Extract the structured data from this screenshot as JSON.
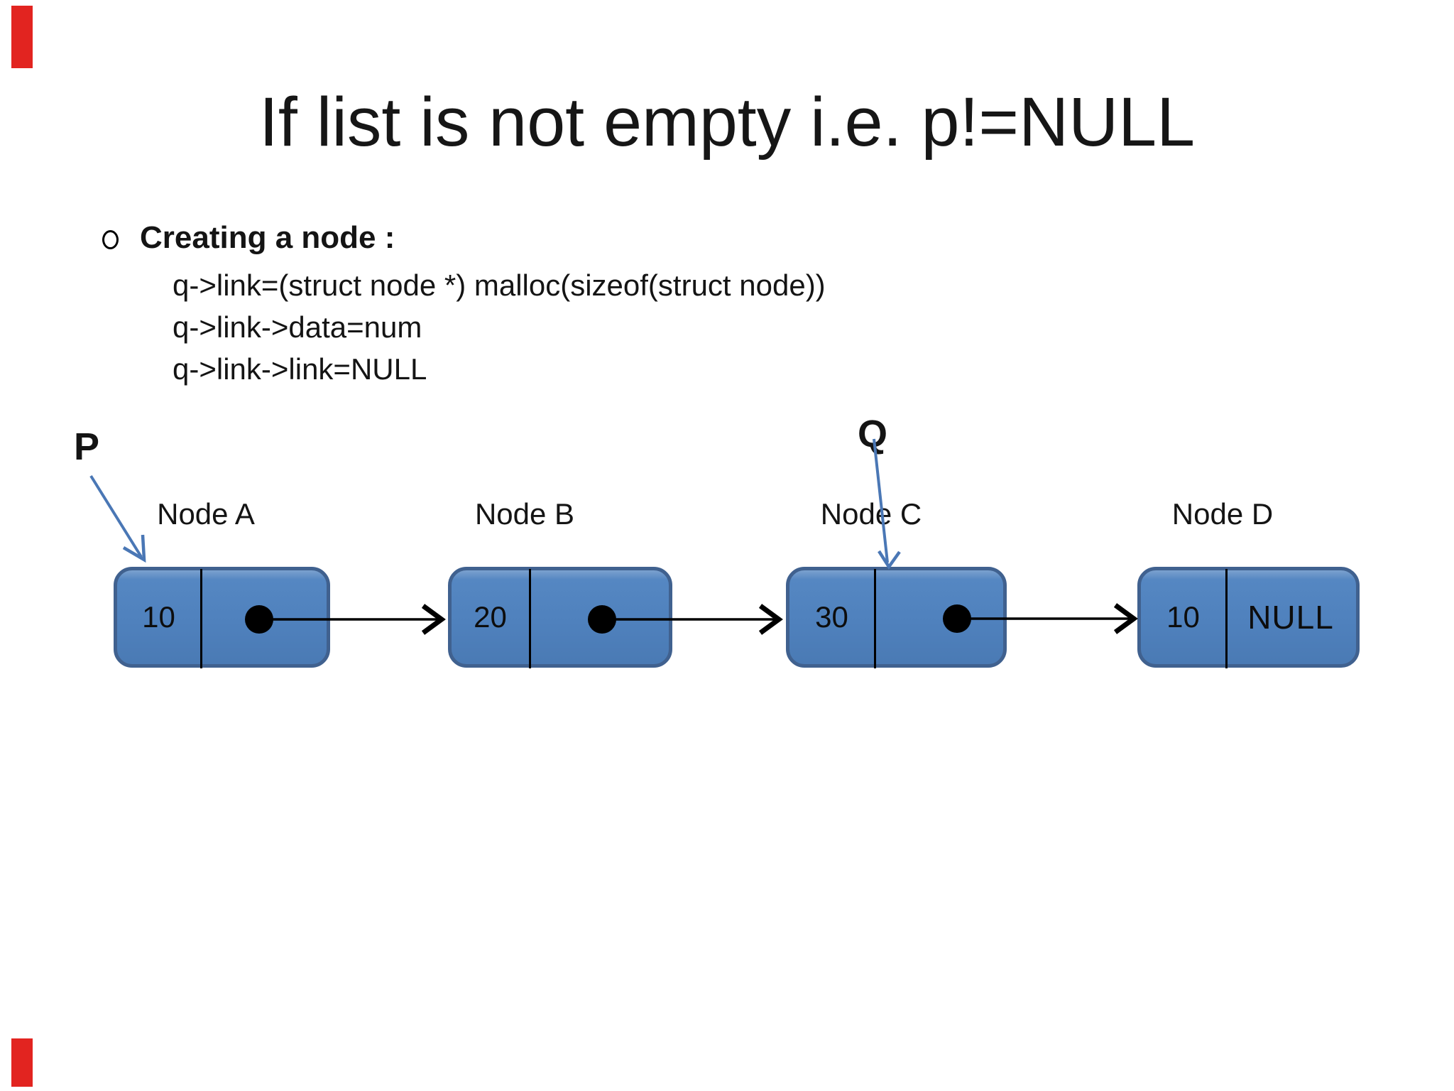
{
  "slide": {
    "title": "If list is not empty i.e. p!=NULL",
    "bullet": {
      "label": "Creating a node :",
      "code_lines": [
        "q->link=(struct node *) malloc(sizeof(struct node))",
        "q->link->data=num",
        "q->link->link=NULL"
      ]
    }
  },
  "diagram": {
    "pointers": [
      {
        "name": "P",
        "points_to": "Node A"
      },
      {
        "name": "Q",
        "points_to": "Node C"
      }
    ],
    "nodes": [
      {
        "label": "Node A",
        "value": "10",
        "link": "dot"
      },
      {
        "label": "Node B",
        "value": "20",
        "link": "dot"
      },
      {
        "label": "Node C",
        "value": "30",
        "link": "dot"
      },
      {
        "label": "Node D",
        "value": "10",
        "link": "NULL"
      }
    ]
  },
  "colors": {
    "node_fill": "#4f81bd",
    "node_border": "#40618f",
    "pointer_arrow_blue": "#4a77b5",
    "link_arrow_black": "#000000",
    "red_marker": "#e22420",
    "text": "#141414",
    "background": "#ffffff"
  }
}
